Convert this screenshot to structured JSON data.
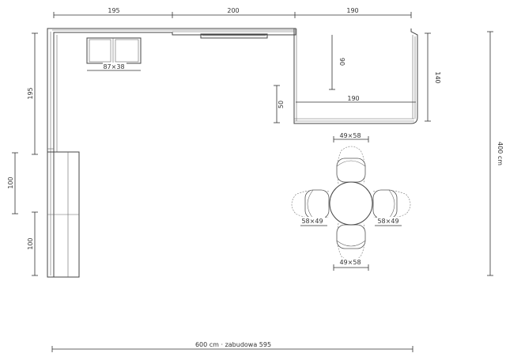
{
  "dimensions": {
    "top_left": "195",
    "top_middle": "200",
    "top_right": "190",
    "left_upper": "195",
    "left_middle": "100",
    "left_lower": "100",
    "right_total": "400 cm",
    "bottom_total": "600 cm · zabudowa 595",
    "island_depth": "90",
    "island_width": "190",
    "island_side": "140",
    "island_gap": "50",
    "sink": "87×38",
    "chair_top": "49×58",
    "chair_left": "58×49",
    "chair_right": "58×49",
    "chair_bottom": "49×58"
  },
  "colors": {
    "line": "#444444",
    "text": "#333333",
    "background": "#ffffff"
  }
}
